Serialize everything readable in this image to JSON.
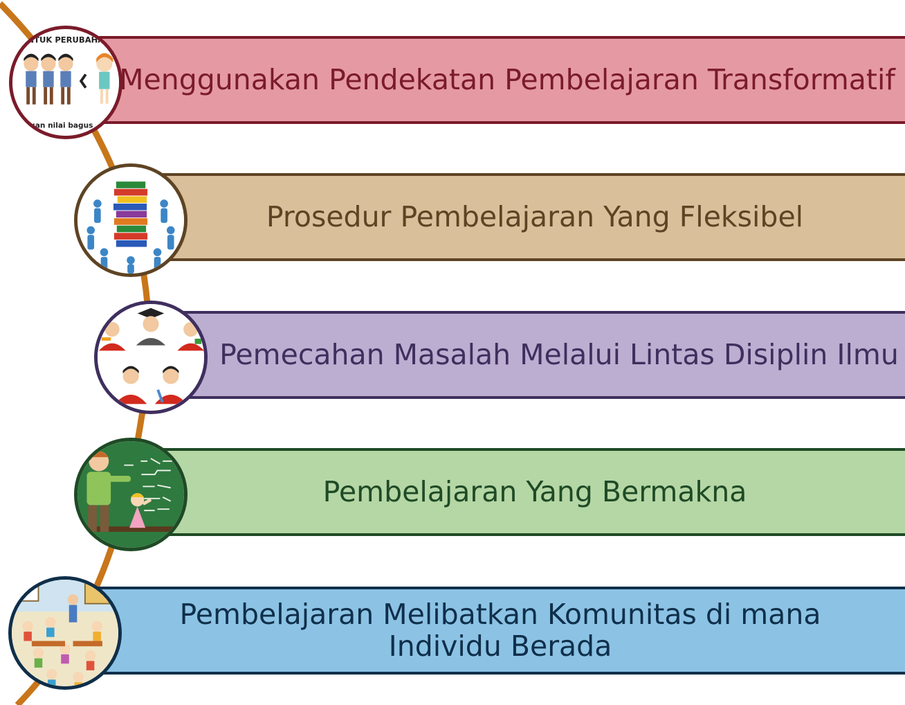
{
  "items": [
    {
      "text": "Menggunakan Pendekatan Pembelajaran Transformatif",
      "fill": "#e59aa3",
      "border": "#7b1b2a",
      "text_color": "#7b1b2a",
      "icon": "children-comparison-illustration"
    },
    {
      "text": "Prosedur Pembelajaran Yang Fleksibel",
      "fill": "#d9c09a",
      "border": "#5e4424",
      "text_color": "#5e4424",
      "icon": "people-around-books-illustration"
    },
    {
      "text": "Pemecahan Masalah Melalui Lintas Disiplin Ilmu",
      "fill": "#bcaed1",
      "border": "#3f2f5e",
      "text_color": "#3f2f5e",
      "icon": "students-discussion-illustration"
    },
    {
      "text": "Pembelajaran Yang Bermakna",
      "fill": "#b5d7a5",
      "border": "#1f4a26",
      "text_color": "#1f4a26",
      "icon": "teacher-blackboard-illustration"
    },
    {
      "text": "Pembelajaran Melibatkan Komunitas di mana Individu Berada",
      "fill": "#8cc3e5",
      "border": "#0f2f4a",
      "text_color": "#0f2f4a",
      "icon": "classroom-community-illustration"
    }
  ],
  "circle_1_caption_top": "UNTUK PERUBAHAN",
  "circle_1_caption_bottom": "dengan nilai bagus",
  "connector_color": "#c8761a"
}
